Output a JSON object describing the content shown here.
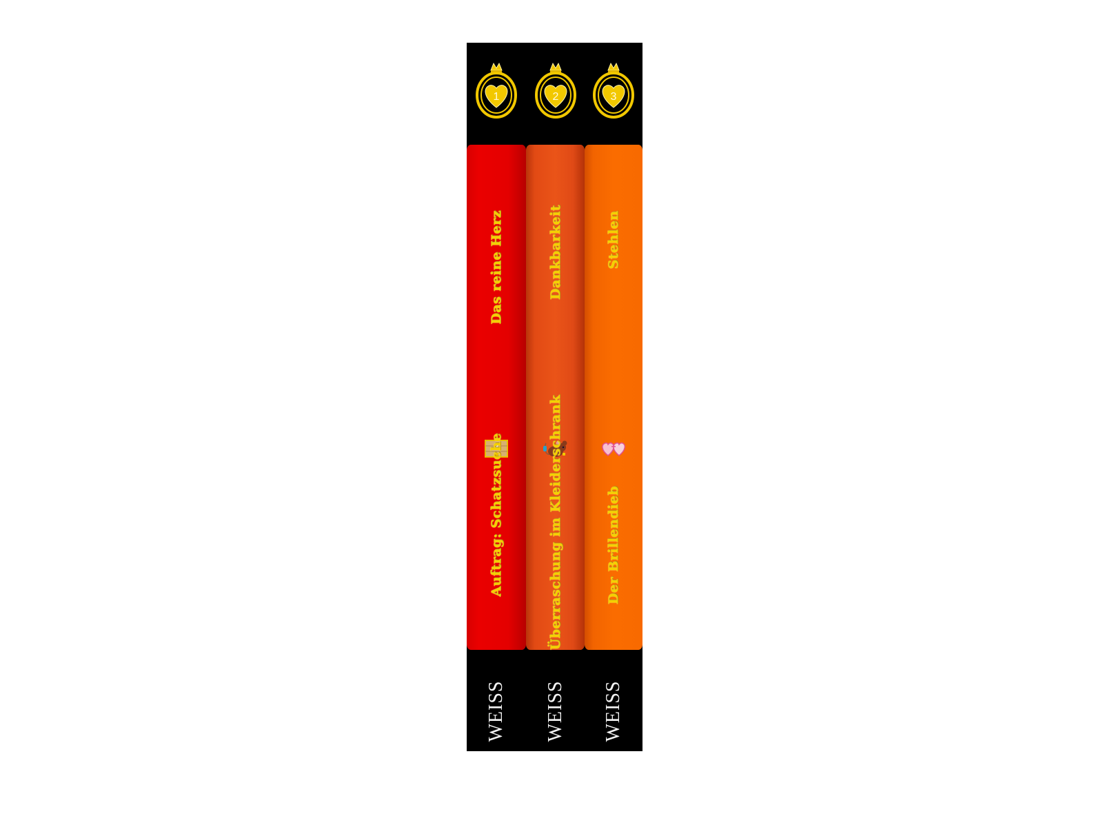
{
  "books": [
    {
      "number": "1",
      "subtitle": "Das reine Herz",
      "title": "Auftrag: Schatzsuche",
      "icon": "treasure-chest-icon",
      "publisher": "WEISS",
      "color": "#e60000"
    },
    {
      "number": "2",
      "subtitle": "Dankbarkeit",
      "title": "Überraschung im Kleiderschrank",
      "icon": "mouse-icon",
      "publisher": "WEISS",
      "color": "#e84e16"
    },
    {
      "number": "3",
      "subtitle": "Stehlen",
      "title": "Der Brillendieb",
      "icon": "heart-glasses-icon",
      "publisher": "WEISS",
      "color": "#f86800"
    }
  ],
  "colors": {
    "panel": "#000000",
    "title_text": "#f6d000",
    "badge_gold": "#f2c800",
    "publisher_text": "#f2f2f2"
  }
}
